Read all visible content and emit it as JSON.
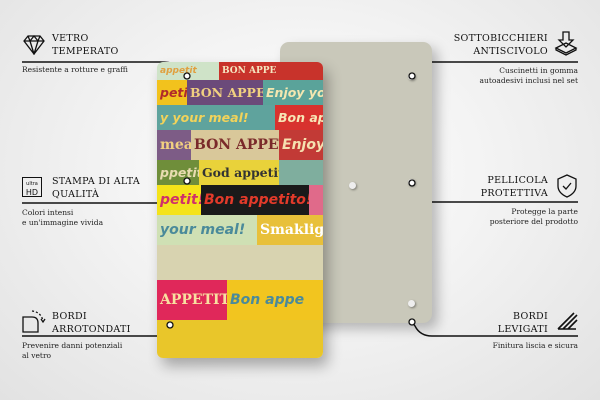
{
  "features": {
    "left": [
      {
        "title1": "VETRO",
        "title2": "TEMPERATO",
        "desc1": "Resistente a rotture e graffi",
        "desc2": "",
        "icon": "diamond-icon"
      },
      {
        "title1": "STAMPA DI ALTA",
        "title2": "QUALITÀ",
        "desc1": "Colori intensi",
        "desc2": "e un'immagine vivida",
        "icon": "ultra-hd-icon",
        "icon_text1": "ultra",
        "icon_text2": "HD"
      },
      {
        "title1": "BORDI",
        "title2": "ARROTONDATI",
        "desc1": "Prevenire danni potenziali",
        "desc2": "al vetro",
        "icon": "rounded-corner-icon"
      }
    ],
    "right": [
      {
        "title1": "SOTTOBICCHIERI",
        "title2": "ANTISCIVOLO",
        "desc1": "Cuscinetti in gomma",
        "desc2": "autoadesivi inclusi nel set",
        "icon": "press-down-icon"
      },
      {
        "title1": "PELLICOLA",
        "title2": "PROTETTIVA",
        "desc1": "Protegge la parte",
        "desc2": "posteriore del prodotto",
        "icon": "shield-check-icon"
      },
      {
        "title1": "BORDI",
        "title2": "LEVIGATI",
        "desc1": "Finitura liscia e sicura",
        "desc2": "",
        "icon": "smooth-edge-icon"
      }
    ]
  },
  "artwork": {
    "rows": [
      [
        {
          "t": "appetit",
          "bg": "#cfe3c8",
          "c": "#e0a040",
          "w": 62,
          "s": 1
        },
        {
          "t": "BON APPE",
          "bg": "#c8332b",
          "c": "#f5e6c0",
          "w": 104
        }
      ],
      [
        {
          "t": "petit!",
          "bg": "#f2c21d",
          "c": "#b02a2a",
          "w": 30,
          "s": 1
        },
        {
          "t": "BON APPETIT!",
          "bg": "#6b4a7a",
          "c": "#f0d080",
          "w": 76
        },
        {
          "t": "Enjoy you",
          "bg": "#5aa39a",
          "c": "#f4e7b0",
          "w": 60,
          "s": 1
        }
      ],
      [
        {
          "t": "y your meal!",
          "bg": "#5fa39d",
          "c": "#f2d35a",
          "w": 118,
          "s": 1
        },
        {
          "t": "Bon app",
          "bg": "#d8322e",
          "c": "#f7e5b5",
          "w": 48,
          "s": 1
        }
      ],
      [
        {
          "t": "meal!",
          "bg": "#7d5c86",
          "c": "#f2d080",
          "w": 34
        },
        {
          "t": "BON APPETIT!",
          "bg": "#d9c89a",
          "c": "#7a2a2a",
          "w": 88
        },
        {
          "t": "Enjoy",
          "bg": "#c23a36",
          "c": "#f5e0b0",
          "w": 44,
          "s": 1
        }
      ],
      [
        {
          "t": "ppetit",
          "bg": "#6f8e3a",
          "c": "#e8dcb0",
          "w": 42,
          "s": 1
        },
        {
          "t": "God appetit!",
          "bg": "#e9d23a",
          "c": "#333",
          "w": 80
        },
        {
          "t": "",
          "bg": "#7fae9e",
          "c": "#fff",
          "w": 44
        }
      ],
      [
        {
          "t": "petit!",
          "bg": "#f4e31a",
          "c": "#d0306a",
          "w": 44,
          "s": 1
        },
        {
          "t": "Bon appetito!",
          "bg": "#1a1a1a",
          "c": "#e23a2a",
          "w": 108,
          "s": 1
        },
        {
          "t": "",
          "bg": "#e06a8a",
          "c": "#fff",
          "w": 14
        }
      ],
      [
        {
          "t": "your meal!",
          "bg": "#cfe0b4",
          "c": "#4a8a9a",
          "w": 100,
          "s": 1
        },
        {
          "t": "Smaklig",
          "bg": "#e8c03a",
          "c": "#fff",
          "w": 66
        }
      ],
      [
        {
          "t": "",
          "bg": "#d8d3b0",
          "c": "#fff",
          "w": 166
        }
      ],
      [
        {
          "t": "APPETIT!",
          "bg": "#e0285a",
          "c": "#f8e0a0",
          "w": 70
        },
        {
          "t": "Bon appe",
          "bg": "#f2c51f",
          "c": "#4a8a9a",
          "w": 96,
          "s": 1
        }
      ],
      [
        {
          "t": "",
          "bg": "#e9c62a",
          "c": "#fff",
          "w": 166
        }
      ]
    ]
  }
}
